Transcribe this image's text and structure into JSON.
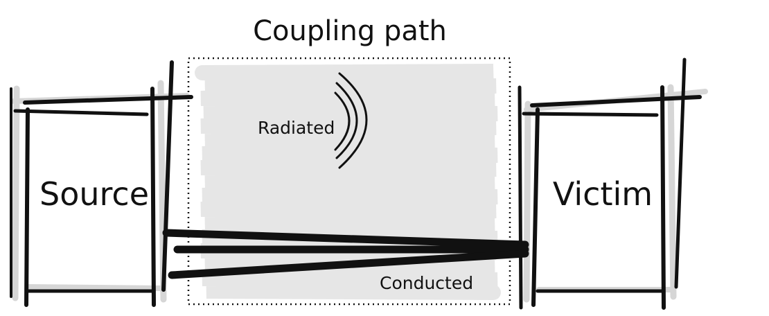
{
  "diagram": {
    "title": "Coupling path",
    "source_label": "Source",
    "victim_label": "Victim",
    "radiated_label": "Radiated",
    "conducted_label": "Conducted"
  },
  "colors": {
    "ink": "#111111",
    "fill_gray": "#e6e6e6",
    "shadow_gray": "#d6d6d6",
    "background": "#ffffff"
  }
}
